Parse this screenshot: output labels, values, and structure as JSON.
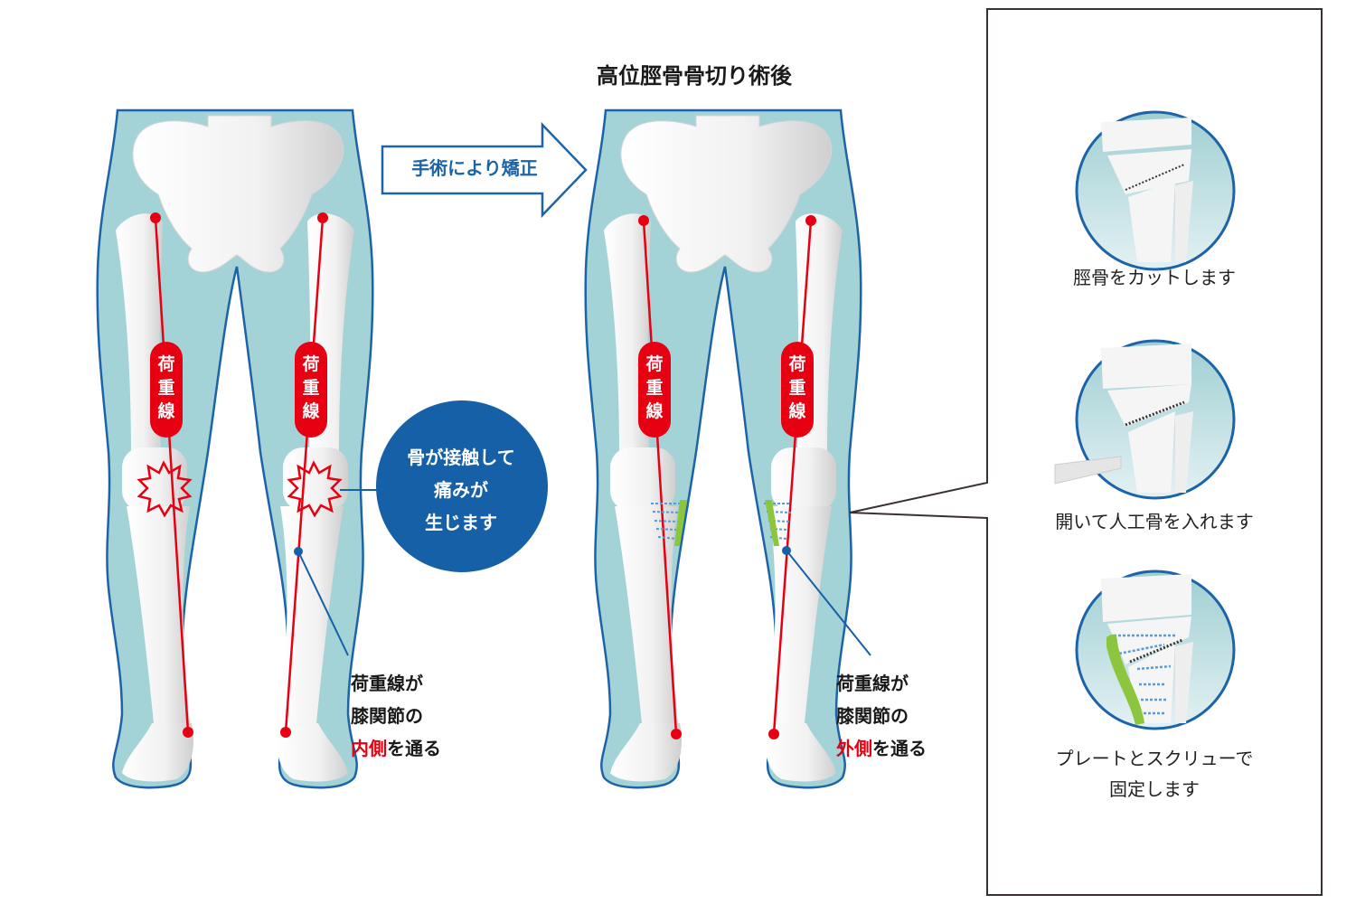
{
  "title": "高位脛骨骨切り術後",
  "arrow": {
    "label": "手術により矯正"
  },
  "load_line_label": [
    "荷",
    "重",
    "線"
  ],
  "before": {
    "pain_bubble": {
      "lines": [
        "骨が接触して",
        "痛みが",
        "生じます"
      ]
    },
    "note": {
      "line1": "荷重線が",
      "line2": "膝関節の",
      "highlight": "内側",
      "rest": "を通る"
    }
  },
  "after": {
    "note": {
      "line1": "荷重線が",
      "line2": "膝関節の",
      "highlight": "外側",
      "rest": "を通る"
    }
  },
  "steps": [
    {
      "caption": "脛骨をカットします"
    },
    {
      "caption": "開いて人工骨を入れます"
    },
    {
      "caption_line1": "プレートとスクリューで",
      "caption_line2": "固定します"
    }
  ],
  "colors": {
    "skin": "#a3d3d6",
    "outline": "#1d63a7",
    "bone": "#ececec",
    "load_line": "#e60012",
    "bubble": "#1560a6",
    "plate": "#8cc63f",
    "screw": "#5b9bd5"
  }
}
